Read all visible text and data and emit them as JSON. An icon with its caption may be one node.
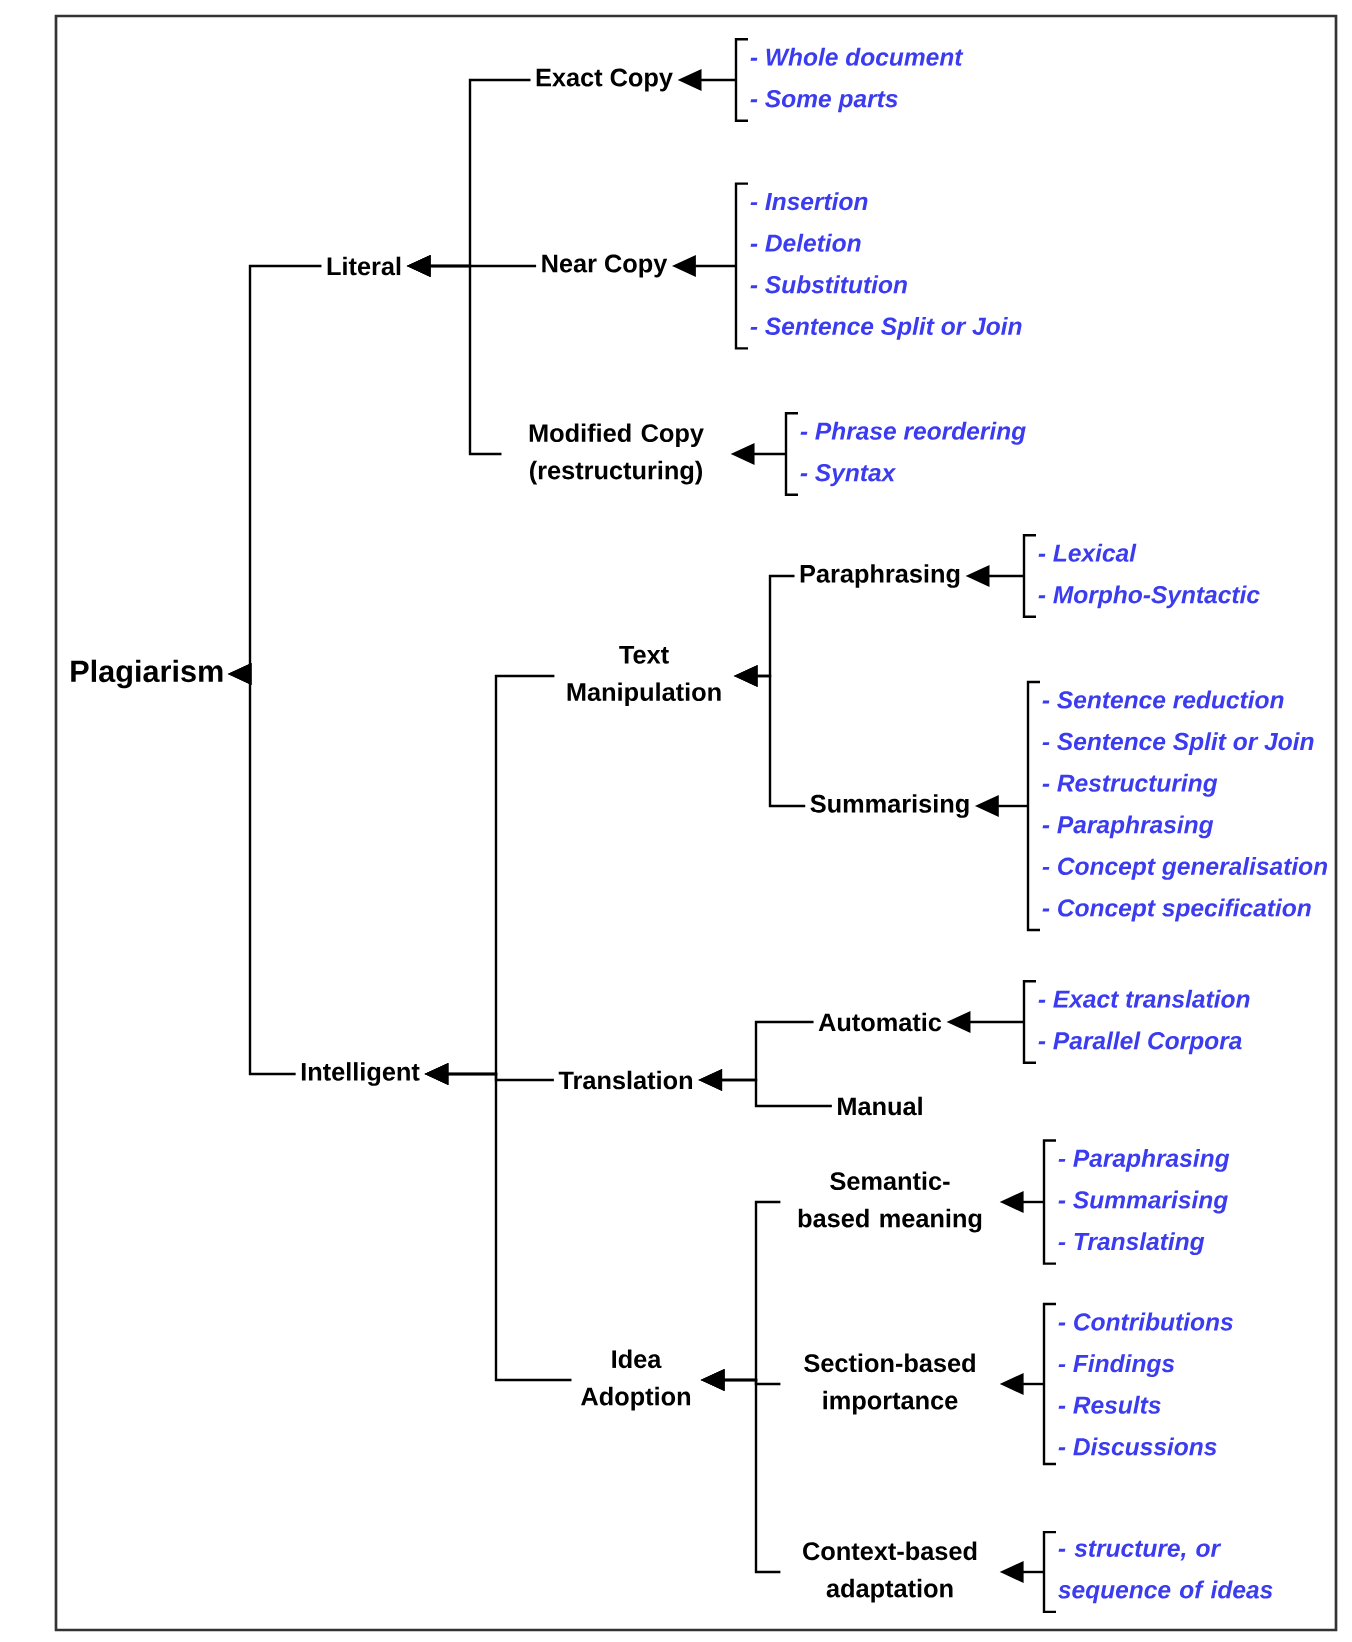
{
  "diagram": {
    "nodes": [
      {
        "text": [
          "Plagiarism"
        ]
      },
      {
        "text": [
          "Literal"
        ]
      },
      {
        "text": [
          "Exact Copy"
        ]
      },
      {
        "text": [
          "- Whole document",
          "- Some parts"
        ]
      },
      {
        "text": [
          "Near Copy"
        ]
      },
      {
        "text": [
          "- Insertion",
          "- Deletion",
          "- Substitution",
          "- Sentence Split or Join"
        ]
      },
      {
        "text": [
          "Modified Copy (restructuring)"
        ]
      },
      {
        "text": [
          "- Phrase reordering",
          "- Syntax"
        ]
      },
      {
        "text": [
          "Intelligent"
        ]
      },
      {
        "text": [
          "Text Manipulation"
        ]
      },
      {
        "text": [
          "Paraphrasing"
        ]
      },
      {
        "text": [
          "- Lexical",
          "- Morpho-Syntactic"
        ]
      },
      {
        "text": [
          "Summarising"
        ]
      },
      {
        "text": [
          "- Sentence reduction",
          "- Sentence Split or Join",
          "- Restructuring",
          "- Paraphrasing",
          "- Concept generalisation",
          "- Concept specification"
        ]
      },
      {
        "text": [
          "Translation"
        ]
      },
      {
        "text": [
          "Automatic"
        ]
      },
      {
        "text": [
          "- Exact translation",
          "- Parallel Corpora"
        ]
      },
      {
        "text": [
          "Manual"
        ]
      },
      {
        "text": [
          "Idea Adoption"
        ]
      },
      {
        "text": [
          "Semantic-based meaning"
        ]
      },
      {
        "text": [
          "- Paraphrasing",
          "- Summarising",
          "- Translating"
        ]
      },
      {
        "text": [
          "Section-based importance"
        ]
      },
      {
        "text": [
          "- Contributions",
          "- Findings",
          "- Results",
          "- Discussions"
        ]
      },
      {
        "text": [
          "Context-based adaptation"
        ]
      },
      {
        "text": [
          "- structure, or sequence of ideas"
        ]
      }
    ],
    "edges": [
      {
        "from": 1,
        "to": 0,
        "arrow": "to"
      },
      {
        "from": 8,
        "to": 0,
        "arrow": "to"
      },
      {
        "from": 2,
        "to": 1,
        "arrow": "to"
      },
      {
        "from": 4,
        "to": 1,
        "arrow": "to"
      },
      {
        "from": 6,
        "to": 1,
        "arrow": "to"
      },
      {
        "from": 3,
        "to": 2,
        "arrow": "to"
      },
      {
        "from": 5,
        "to": 4,
        "arrow": "to"
      },
      {
        "from": 7,
        "to": 6,
        "arrow": "to"
      },
      {
        "from": 9,
        "to": 8,
        "arrow": "to"
      },
      {
        "from": 14,
        "to": 8,
        "arrow": "to"
      },
      {
        "from": 18,
        "to": 8,
        "arrow": "to"
      },
      {
        "from": 10,
        "to": 9,
        "arrow": "to"
      },
      {
        "from": 12,
        "to": 9,
        "arrow": "to"
      },
      {
        "from": 11,
        "to": 10,
        "arrow": "to"
      },
      {
        "from": 13,
        "to": 12,
        "arrow": "to"
      },
      {
        "from": 15,
        "to": 14,
        "arrow": "to"
      },
      {
        "from": 17,
        "to": 14,
        "arrow": "to"
      },
      {
        "from": 16,
        "to": 15,
        "arrow": "to"
      },
      {
        "from": 19,
        "to": 18,
        "arrow": "to"
      },
      {
        "from": 21,
        "to": 18,
        "arrow": "to"
      },
      {
        "from": 23,
        "to": 18,
        "arrow": "to"
      },
      {
        "from": 20,
        "to": 19,
        "arrow": "to"
      },
      {
        "from": 22,
        "to": 21,
        "arrow": "to"
      },
      {
        "from": 24,
        "to": 23,
        "arrow": "to"
      }
    ]
  }
}
